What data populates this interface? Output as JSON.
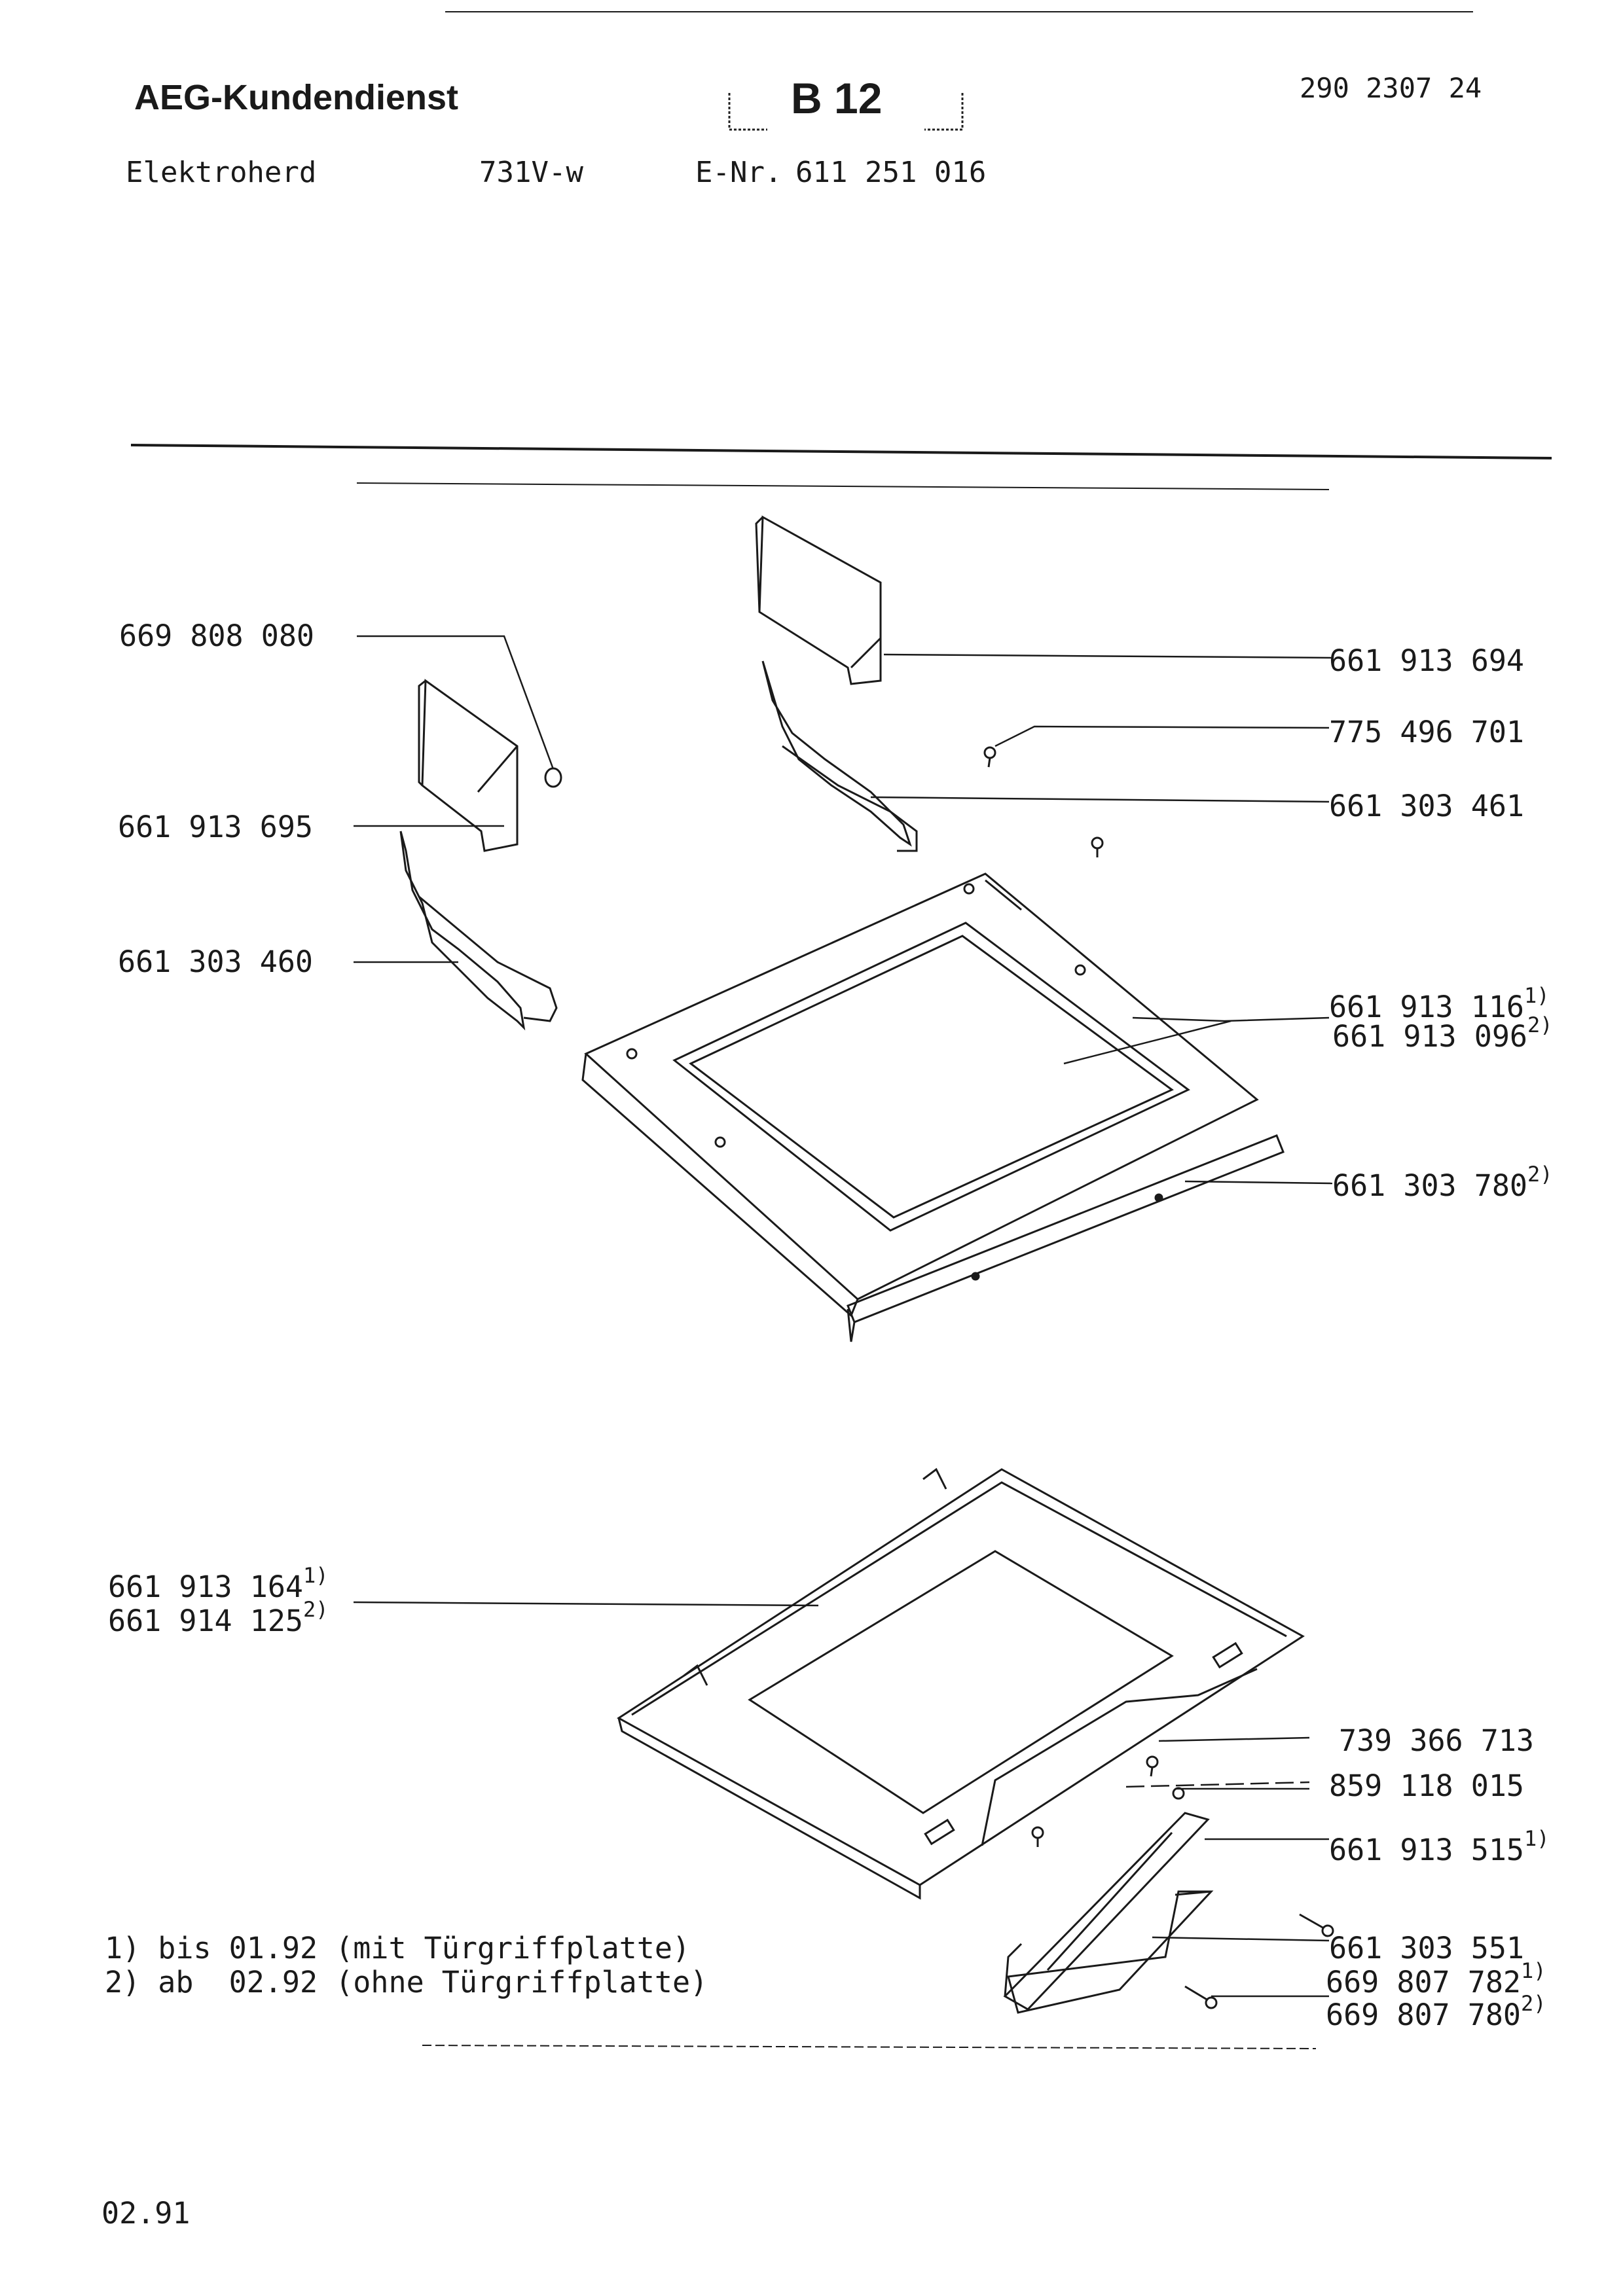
{
  "header": {
    "brand": "AEG-Kundendienst",
    "section_code": "B 12",
    "document_number": "290 2307 24",
    "appliance": "Elektroherd",
    "model": "731V-w",
    "e_nr_label": "E-Nr.",
    "e_nr_value": "611 251 016"
  },
  "parts": [
    {
      "number": "669 808 080"
    },
    {
      "number": "661 913 695"
    },
    {
      "number": "661 303 460"
    },
    {
      "number": "661 913 694"
    },
    {
      "number": "775 496 701"
    },
    {
      "number": "661 303 461"
    },
    {
      "number": "661 913 116",
      "note": "1)"
    },
    {
      "number": "661 913 096",
      "note": "2)"
    },
    {
      "number": "661 303 780",
      "note": "2)"
    },
    {
      "number": "661 913 164",
      "note": "1)"
    },
    {
      "number": "661 914 125",
      "note": "2)"
    },
    {
      "number": "739 366 713"
    },
    {
      "number": "859 118 015"
    },
    {
      "number": "661 913 515",
      "note": "1)"
    },
    {
      "number": "661 303 551"
    },
    {
      "number": "669 807 782",
      "note": "1)"
    },
    {
      "number": "669 807 780",
      "note": "2)"
    }
  ],
  "footnotes": [
    "1) bis 01.92 (mit Türgriffplatte)",
    "2) ab  02.92 (ohne Türgriffplatte)"
  ],
  "footer_date": "02.91"
}
